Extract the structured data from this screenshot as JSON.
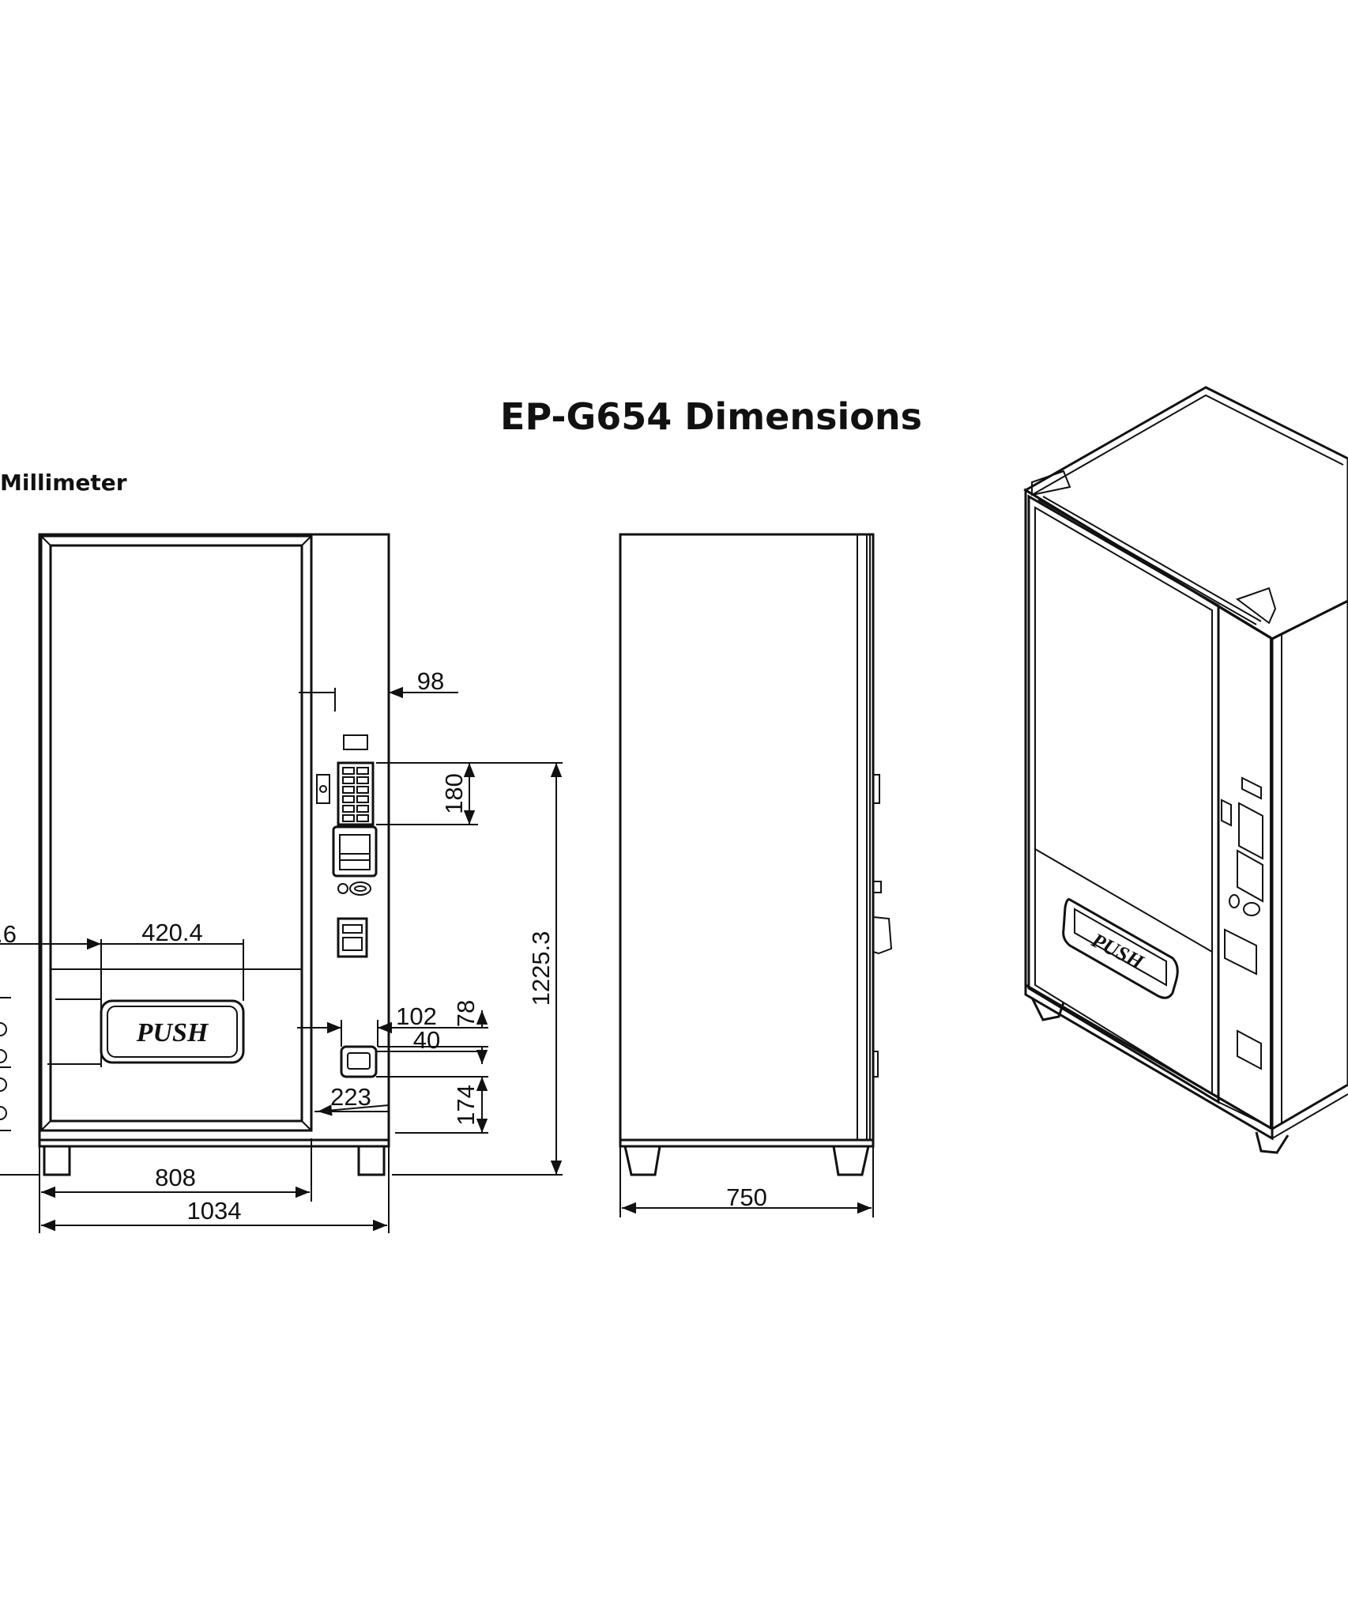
{
  "header": {
    "title": "EP-G654 Dimensions",
    "unit_label": "Millimeter"
  },
  "front_view": {
    "push_label": "PUSH",
    "dims": {
      "d98": "98",
      "d180": "180",
      "d1225": "1225.3",
      "d_partial": ".6",
      "d420": "420.4",
      "d102": "102",
      "d78": "78",
      "d40": "40",
      "d223": "223",
      "d174": "174",
      "d808": "808",
      "d1034": "1034"
    }
  },
  "side_view": {
    "dims": {
      "d750": "750"
    }
  },
  "iso_view": {
    "push_label": "PUSH"
  }
}
